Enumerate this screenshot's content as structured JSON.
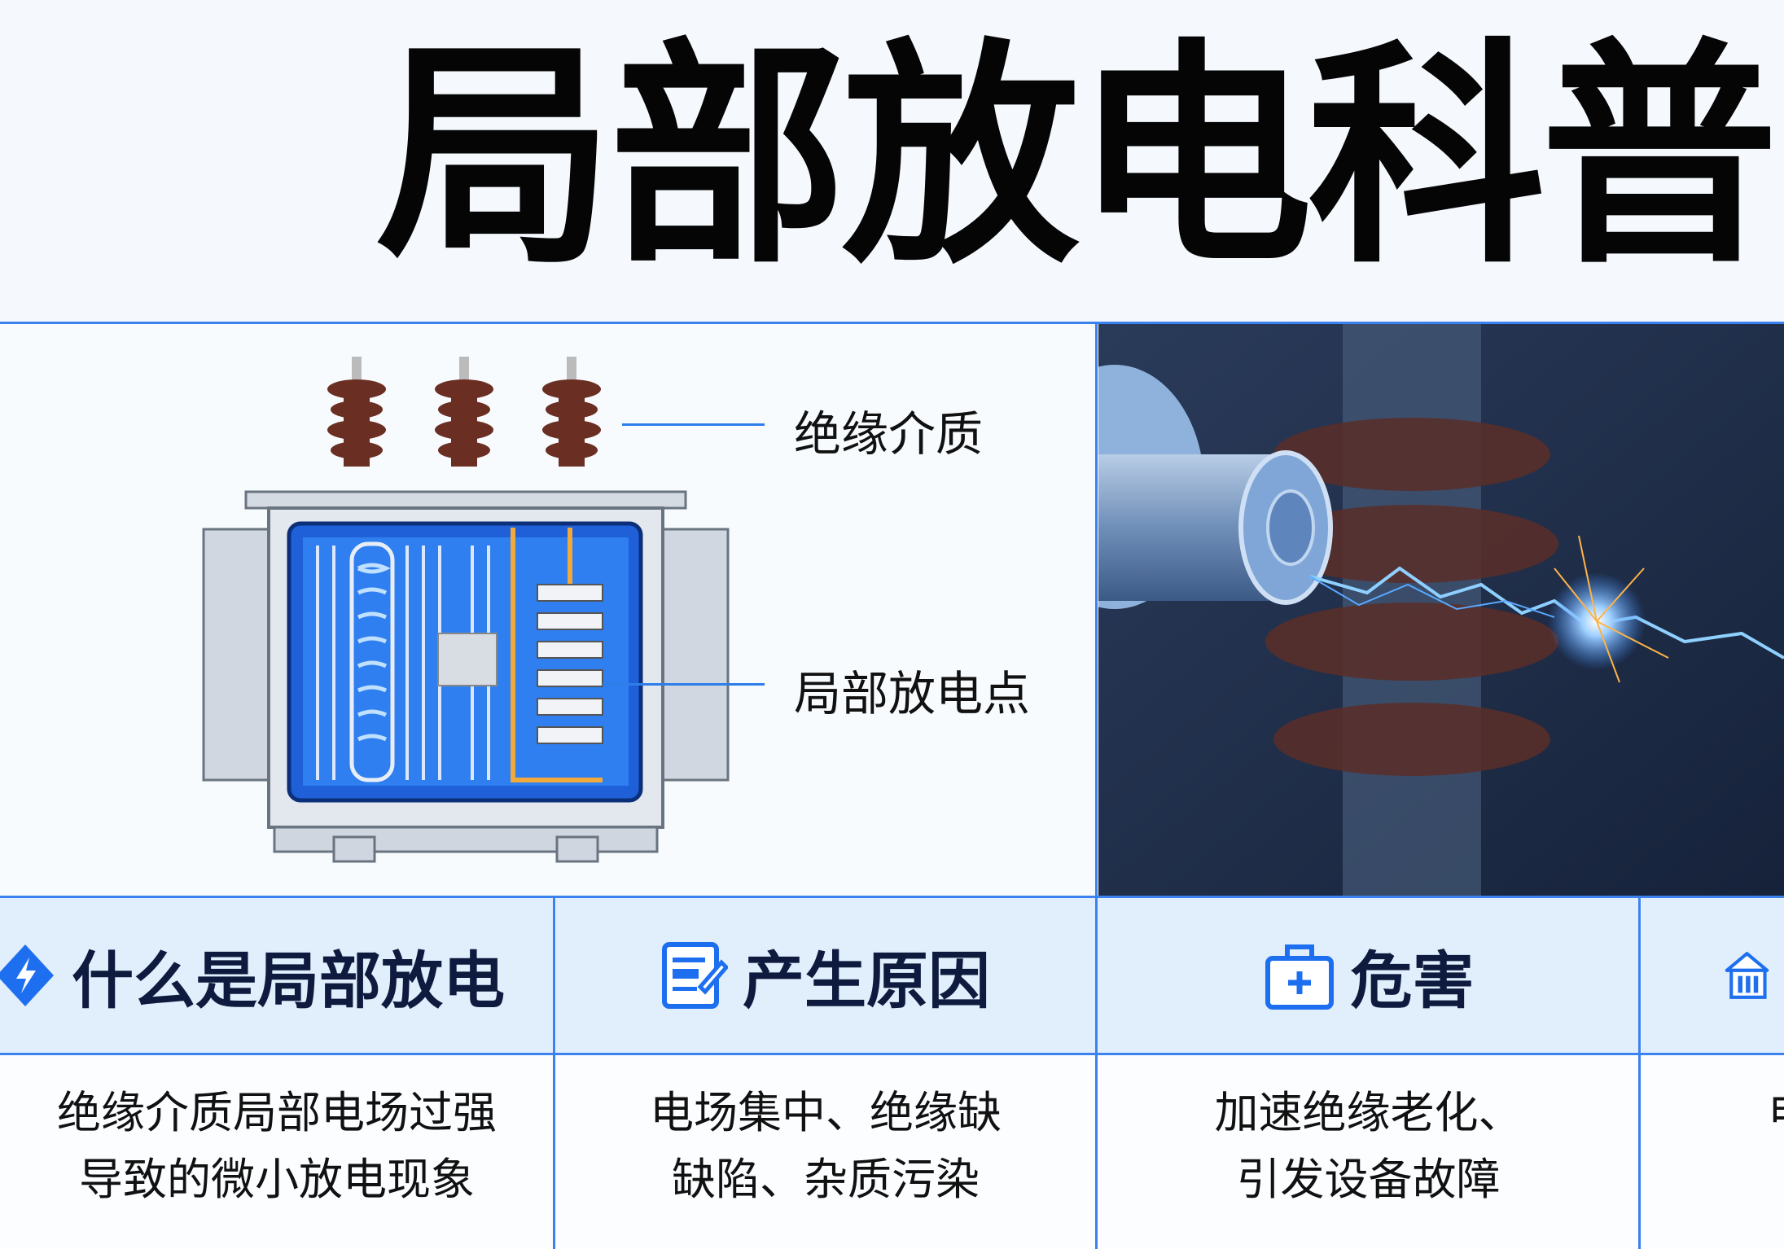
{
  "title": "局部放电科普",
  "diagram": {
    "labels": {
      "insulation": "绝缘介质",
      "discharge_point": "局部放电点"
    }
  },
  "colors": {
    "accent": "#3b82f0",
    "heading": "#0e1a3e"
  },
  "sections": [
    {
      "icon": "lightning-diamond-icon",
      "heading": "什么是局部放电",
      "lines": [
        "绝缘介质局部电场过强",
        "导致的微小放电现象"
      ]
    },
    {
      "icon": "document-edit-icon",
      "heading": "产生原因",
      "lines": [
        "电场集中、绝缘缺",
        "缺陷、杂质污染"
      ]
    },
    {
      "icon": "medical-kit-icon",
      "heading": "危害",
      "lines": [
        "加速绝缘老化、",
        "引发设备故障"
      ]
    },
    {
      "icon": "institution-icon",
      "heading": "",
      "lines": [
        "电"
      ]
    }
  ]
}
